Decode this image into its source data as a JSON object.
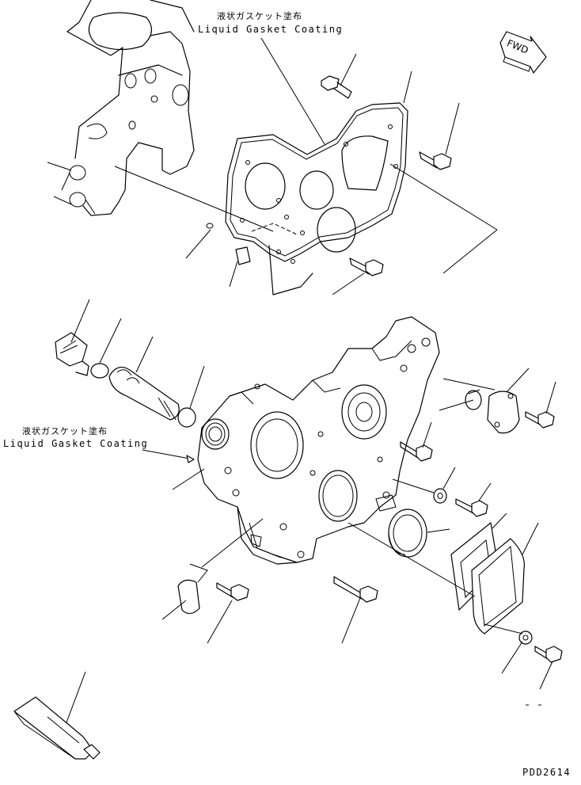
{
  "annotations": {
    "upper_jp": "液状ガスケット塗布",
    "upper_en": "Liquid Gasket Coating",
    "lower_jp": "液状ガスケット塗布",
    "lower_en": "Liquid Gasket Coating"
  },
  "direction_marker": {
    "text": "FWD"
  },
  "drawing_code": "PDD2614"
}
